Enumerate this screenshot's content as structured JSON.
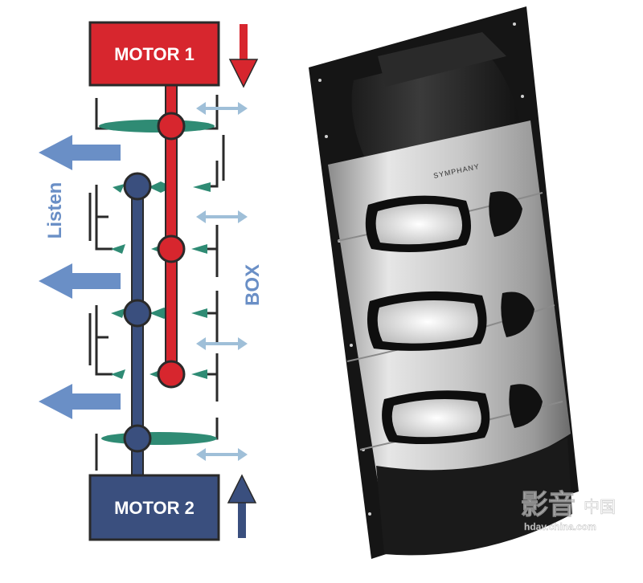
{
  "diagram": {
    "motor_top_label": "MOTOR 1",
    "motor_bottom_label": "MOTOR 2",
    "listen_label": "Listen",
    "box_label": "BOX",
    "colors": {
      "motor1": "#d7262e",
      "motor2": "#3a4f7e",
      "driver": "#2f8b74",
      "box_line": "#2a2a2a",
      "listen_arrow": "#6a8fc6",
      "vibration_arrow": "#9fbfd8"
    }
  },
  "watermark": {
    "logo_chars": "影音",
    "suffix": "中国",
    "url": "hdav.china.com"
  },
  "speaker_render": {
    "brand_text": "SYMPHANY"
  }
}
